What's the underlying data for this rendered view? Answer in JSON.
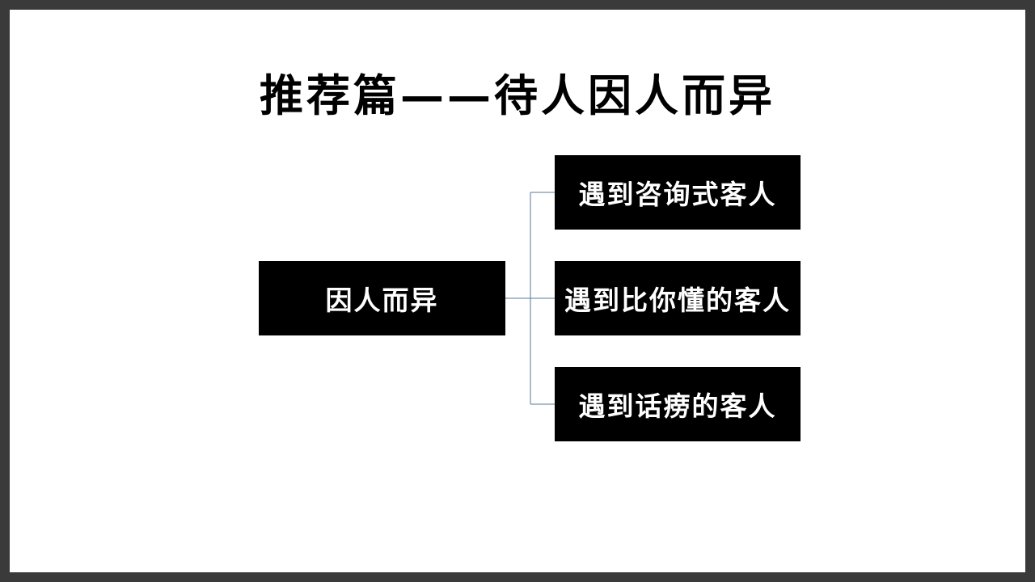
{
  "slide": {
    "title": "推荐篇——待人因人而异",
    "line_color": "#5b7a99",
    "box_color": "#000000",
    "text_color": "#ffffff"
  },
  "diagram": {
    "root": "因人而异",
    "children": [
      "遇到咨询式客人",
      "遇到比你懂的客人",
      "遇到话痨的客人"
    ]
  }
}
